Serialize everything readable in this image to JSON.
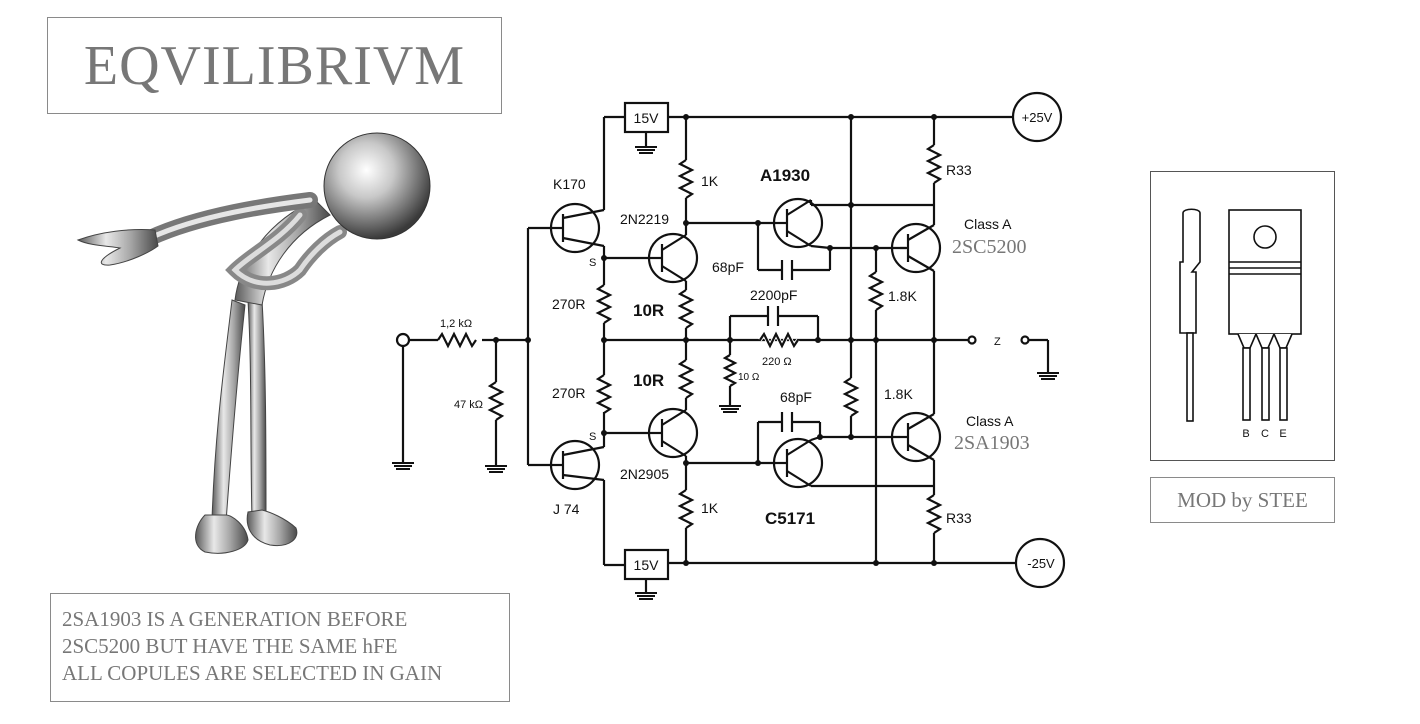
{
  "title": "EQVILIBRIVM",
  "notes": [
    "2SA1903 IS A GENERATION BEFORE",
    "2SC5200 BUT HAVE THE SAME hFE",
    "ALL COPULES ARE SELECTED IN GAIN"
  ],
  "mod_label": "MOD by STEE",
  "supply": {
    "pos": "+25V",
    "neg": "-25V",
    "reg_top": "15V",
    "reg_bot": "15V"
  },
  "input": {
    "r_series": "1,2 kΩ",
    "r_shunt": "47 kΩ"
  },
  "jfets": {
    "top": "K170",
    "bottom": "J 74",
    "s_top": "S",
    "s_bot": "S"
  },
  "resistors": {
    "r270_top": "270R",
    "r270_bot": "270R",
    "r10_top": "10R",
    "r10_bot": "10R",
    "r1k_top": "1K",
    "r1k_bot": "1K",
    "r1_8k_top": "1.8K",
    "r1_8k_bot": "1.8K",
    "r33_top": "R33",
    "r33_bot": "R33",
    "r220": "220 Ω",
    "r10ohm": "10 Ω"
  },
  "caps": {
    "c68_top": "68pF",
    "c68_bot": "68pF",
    "c2200": "2200pF"
  },
  "transistors": {
    "q_top_driver": "2N2219",
    "q_bot_driver": "2N2905",
    "q_top_vas": "A1930",
    "q_bot_vas": "C5171",
    "q_top_out_class": "Class A",
    "q_top_out": "2SC5200",
    "q_bot_out_class": "Class A",
    "q_bot_out": "2SA1903"
  },
  "output": {
    "z_label": "Z"
  },
  "package_pins": {
    "b": "B",
    "c": "C",
    "e": "E"
  }
}
